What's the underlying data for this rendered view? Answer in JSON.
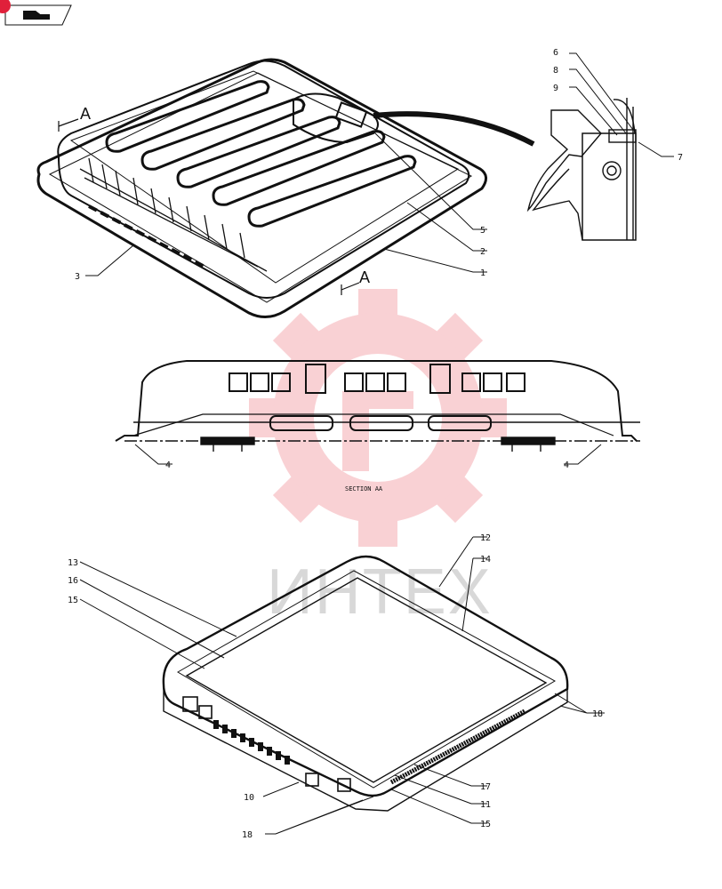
{
  "toolbar": {
    "icon": "page-turn-icon",
    "accent": "#e0203a"
  },
  "watermark": {
    "text": "ИНТЕХ",
    "color": "#f6a0a6"
  },
  "section_markers": {
    "top_left": "A",
    "bottom_right": "A"
  },
  "section_caption": "SECTION AA",
  "callouts": {
    "c1": "1",
    "c2": "2",
    "c3": "3",
    "c4a": "4",
    "c4b": "4",
    "c5": "5",
    "c6": "6",
    "c7": "7",
    "c8": "8",
    "c9": "9",
    "c10": "10",
    "c11": "11",
    "c12": "12",
    "c13": "13",
    "c14": "14",
    "c15a": "15",
    "c15b": "15",
    "c16": "16",
    "c17": "17",
    "c18a": "18",
    "c18b": "18"
  }
}
